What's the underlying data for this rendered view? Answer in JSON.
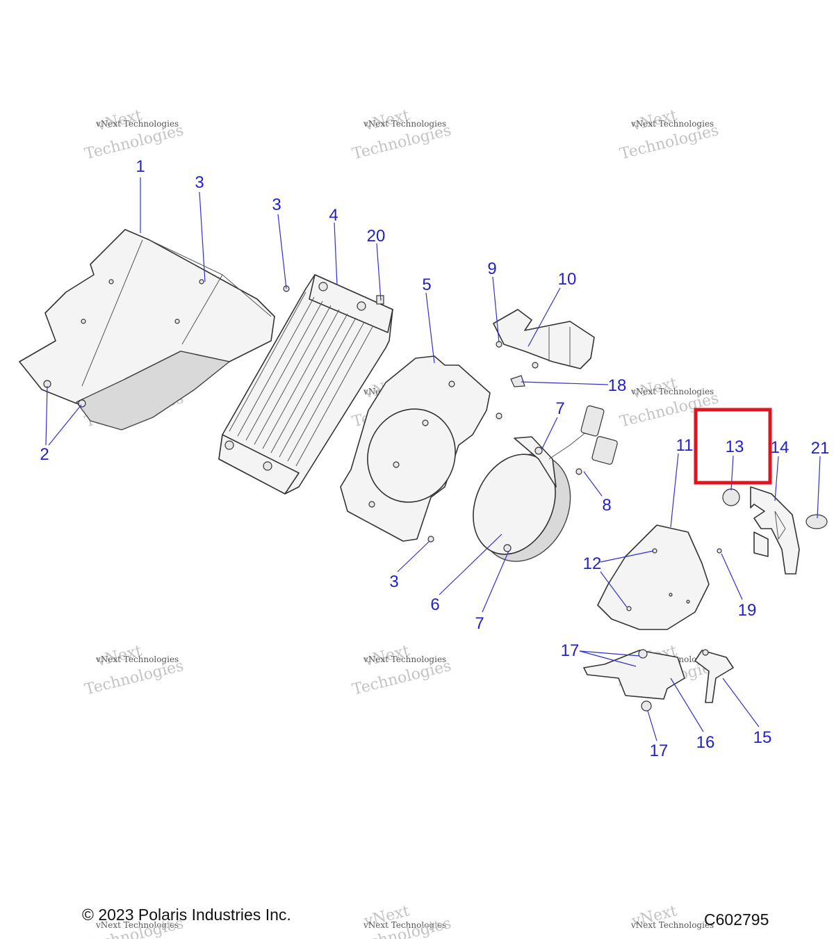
{
  "watermark": {
    "line1": "vNext Technologies",
    "line2": "vNext",
    "line3": "Technologies"
  },
  "callouts": {
    "c1": "1",
    "c3a": "3",
    "c3b": "3",
    "c4": "4",
    "c20": "20",
    "c5": "5",
    "c9": "9",
    "c10": "10",
    "c18": "18",
    "c7a": "7",
    "c8": "8",
    "c11": "11",
    "c13": "13",
    "c14": "14",
    "c21": "21",
    "c2": "2",
    "c3c": "3",
    "c6": "6",
    "c7b": "7",
    "c12": "12",
    "c19": "19",
    "c17a": "17",
    "c17b": "17",
    "c16": "16",
    "c15": "15"
  },
  "highlight": {
    "callout": "13",
    "color": "#e0141e"
  },
  "footer": {
    "copyright": "© 2023 Polaris Industries Inc.",
    "code": "C602795"
  },
  "colors": {
    "callout": "#1f1fcc",
    "highlight": "#e0141e",
    "watermark": "#bdbdbd"
  }
}
